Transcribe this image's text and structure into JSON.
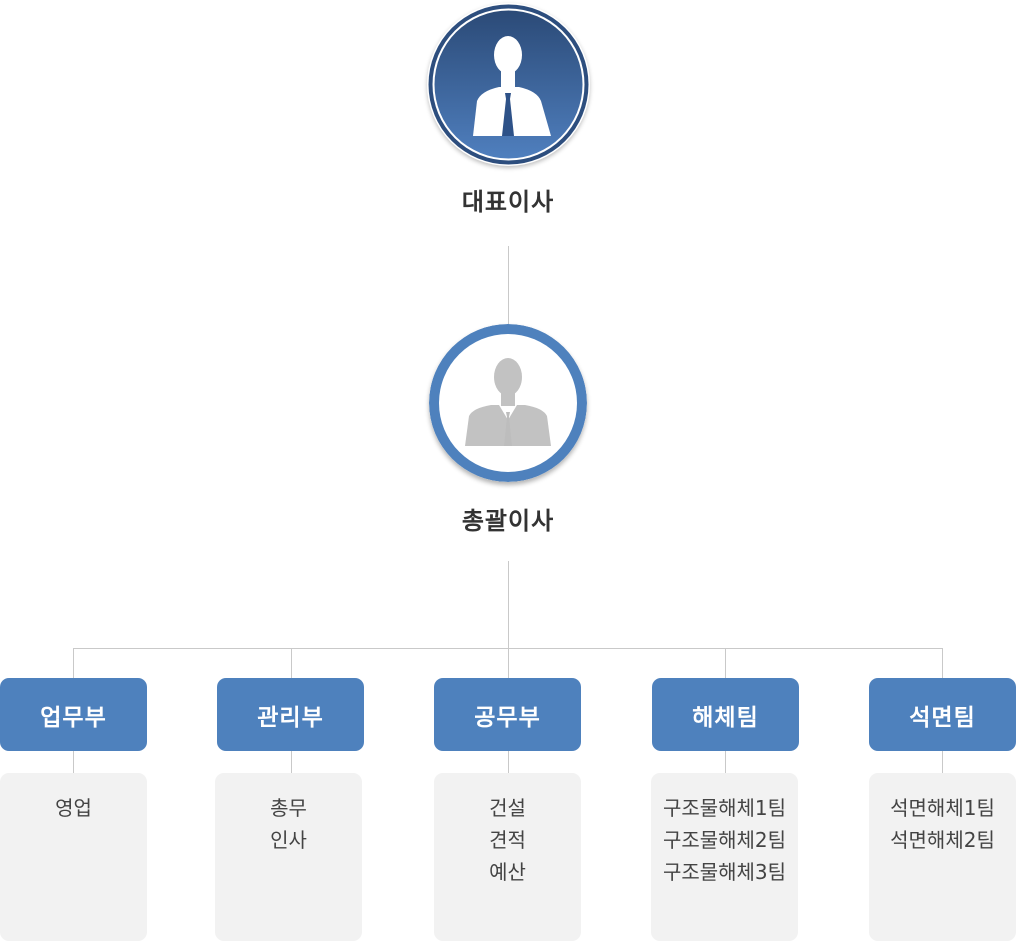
{
  "colors": {
    "accent": "#4e81bd",
    "dark_accent": "#2a4a7a",
    "connector": "#c9c9c9",
    "sub_panel": "#f2f2f2"
  },
  "ceo": {
    "title": "대표이사",
    "icon": "businessman-silhouette-icon"
  },
  "director": {
    "title": "총괄이사",
    "icon": "businessman-silhouette-icon"
  },
  "departments": [
    {
      "name": "업무부",
      "items": [
        "영업"
      ]
    },
    {
      "name": "관리부",
      "items": [
        "총무",
        "인사"
      ]
    },
    {
      "name": "공무부",
      "items": [
        "건설",
        "견적",
        "예산"
      ]
    },
    {
      "name": "해체팀",
      "items": [
        "구조물해체1팀",
        "구조물해체2팀",
        "구조물해체3팀"
      ]
    },
    {
      "name": "석면팀",
      "items": [
        "석면해체1팀",
        "석면해체2팀"
      ]
    }
  ]
}
